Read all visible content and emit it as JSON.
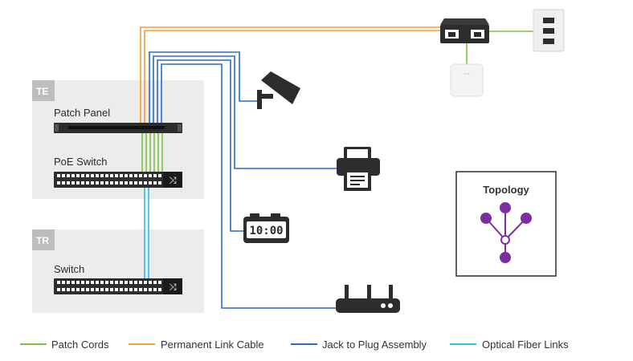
{
  "zones": {
    "te": {
      "tag": "TE"
    },
    "tr": {
      "tag": "TR"
    }
  },
  "devices": {
    "patch_panel": "Patch Panel",
    "poe_switch": "PoE Switch",
    "switch": "Switch",
    "clock_display": "10:00",
    "ap_dots": "···"
  },
  "topology": {
    "title": "Topology"
  },
  "legend": [
    {
      "label": "Patch Cords",
      "color": "#7cc242"
    },
    {
      "label": "Permanent Link Cable",
      "color": "#f0a030"
    },
    {
      "label": "Jack to Plug Assembly",
      "color": "#2b6cc4"
    },
    {
      "label": "Optical Fiber Links",
      "color": "#33bde0"
    }
  ],
  "colors": {
    "zone_bg": "#ececec",
    "tag_bg": "#bdbdbd",
    "device_dark": "#2d2d2d",
    "topology_accent": "#7b2ea0"
  }
}
